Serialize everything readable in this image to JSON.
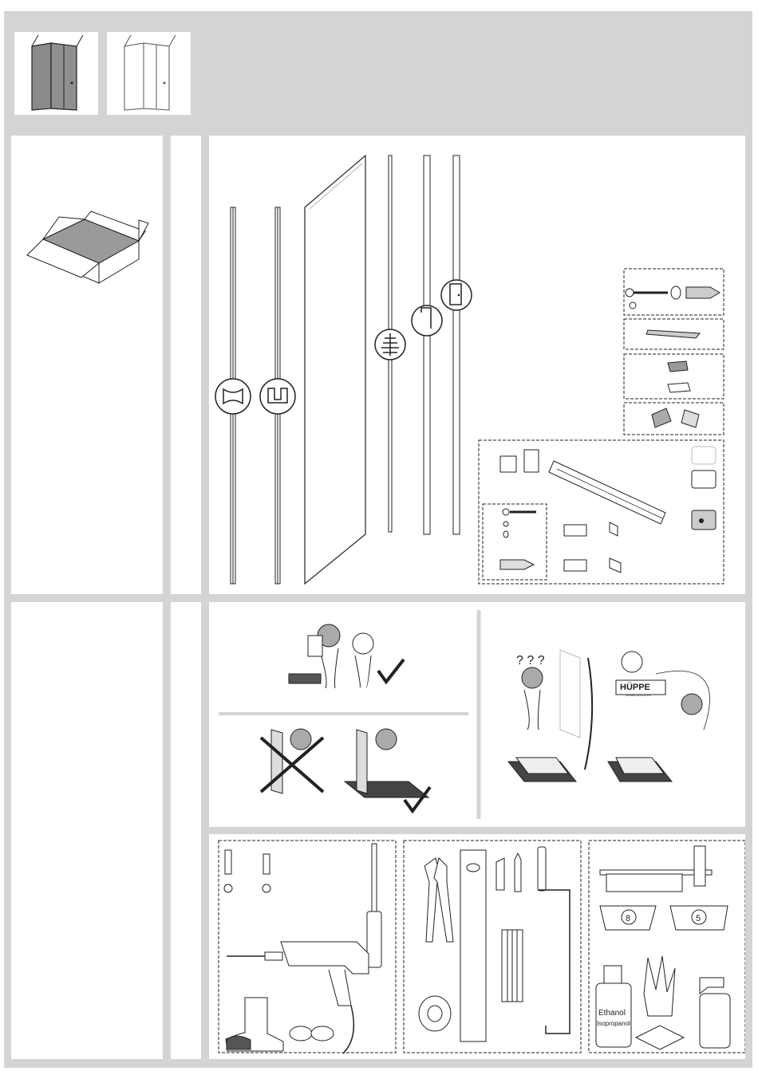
{
  "brand": {
    "logo_text": "HÜPPE",
    "tagline": "SHOWER SOLUTIONS"
  },
  "header": {
    "variants": [
      {
        "icon": "shower-enclosure-dark-glass-icon"
      },
      {
        "icon": "shower-enclosure-clear-glass-icon"
      }
    ]
  },
  "tools": {
    "bottle_label_line1": "Ethanol",
    "bottle_label_line2": "Isopropanol",
    "spacer_a_number": "8",
    "spacer_b_number": "5"
  },
  "colors": {
    "frame": "#d4d4d4",
    "line": "#222222",
    "glass_dark": "#8a8a8a",
    "mat": "#444444"
  }
}
